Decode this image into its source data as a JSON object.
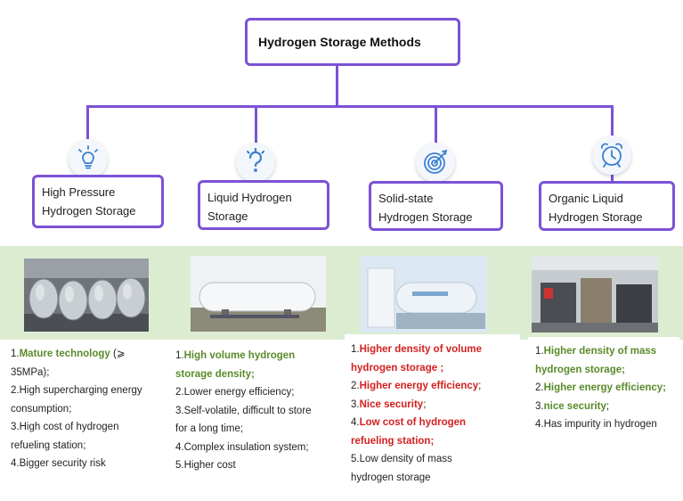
{
  "title": "Hydrogen Storage Methods",
  "colors": {
    "accent": "#7b52d6",
    "band": "#dcecd1",
    "green": "#5a8a2a",
    "red": "#d32020"
  },
  "methods": [
    {
      "icon": "lightbulb-icon",
      "name_line1": "High Pressure",
      "name_line2": "Hydrogen Storage",
      "items": [
        {
          "num": "1.",
          "highlight": "Mature technology",
          "rest": " (⩾",
          "tone": "green"
        },
        {
          "num": "",
          "highlight": "",
          "rest": "35MPa);",
          "tone": "none"
        },
        {
          "num": "2.",
          "highlight": "",
          "rest": "High supercharging energy",
          "tone": "none"
        },
        {
          "num": "",
          "highlight": "",
          "rest": "consumption;",
          "tone": "none"
        },
        {
          "num": "3.",
          "highlight": "",
          "rest": "High cost of hydrogen",
          "tone": "none"
        },
        {
          "num": "",
          "highlight": "",
          "rest": "refueling station;",
          "tone": "none"
        },
        {
          "num": "4.",
          "highlight": "",
          "rest": "Bigger security risk",
          "tone": "none"
        }
      ]
    },
    {
      "icon": "question-icon",
      "name_line1": "Liquid Hydrogen",
      "name_line2": "Storage",
      "items": [
        {
          "num": "1.",
          "highlight": "High volume hydrogen",
          "rest": "",
          "tone": "green"
        },
        {
          "num": "",
          "highlight": "storage density;",
          "rest": "",
          "tone": "green"
        },
        {
          "num": "2.",
          "highlight": "",
          "rest": "Lower energy efficiency;",
          "tone": "none"
        },
        {
          "num": "3.",
          "highlight": "",
          "rest": "Self-volatile, difficult to store",
          "tone": "none"
        },
        {
          "num": "",
          "highlight": "",
          "rest": "for a long time;",
          "tone": "none"
        },
        {
          "num": "4.",
          "highlight": "",
          "rest": "Complex insulation system;",
          "tone": "none"
        },
        {
          "num": "5.",
          "highlight": "",
          "rest": "Higher cost",
          "tone": "none"
        }
      ]
    },
    {
      "icon": "target-icon",
      "name_line1": "Solid-state",
      "name_line2": "Hydrogen Storage",
      "items": [
        {
          "num": "1.",
          "highlight": "Higher density of volume",
          "rest": "",
          "tone": "red"
        },
        {
          "num": "",
          "highlight": "hydrogen storage ;",
          "rest": "",
          "tone": "red"
        },
        {
          "num": "2.",
          "highlight": "Higher energy efficiency",
          "rest": ";",
          "tone": "red"
        },
        {
          "num": "3.",
          "highlight": "Nice security",
          "rest": ";",
          "tone": "red"
        },
        {
          "num": "4.",
          "highlight": "Low cost of hydrogen",
          "rest": "",
          "tone": "red"
        },
        {
          "num": "",
          "highlight": "refueling station;",
          "rest": "",
          "tone": "red"
        },
        {
          "num": "5.",
          "highlight": "",
          "rest": "Low density of mass",
          "tone": "none"
        },
        {
          "num": "",
          "highlight": "",
          "rest": "hydrogen storage",
          "tone": "none"
        }
      ]
    },
    {
      "icon": "alarm-clock-icon",
      "name_line1": "Organic Liquid",
      "name_line2": "Hydrogen Storage",
      "items": [
        {
          "num": "1.",
          "highlight": "Higher density of mass",
          "rest": "",
          "tone": "green"
        },
        {
          "num": "",
          "highlight": "hydrogen storage;",
          "rest": "",
          "tone": "green"
        },
        {
          "num": "2.",
          "highlight": "Higher energy efficiency;",
          "rest": "",
          "tone": "green"
        },
        {
          "num": "3.",
          "highlight": "nice security",
          "rest": ";",
          "tone": "green"
        },
        {
          "num": "4.",
          "highlight": "",
          "rest": "Has impurity in hydrogen",
          "tone": "none"
        }
      ]
    }
  ]
}
